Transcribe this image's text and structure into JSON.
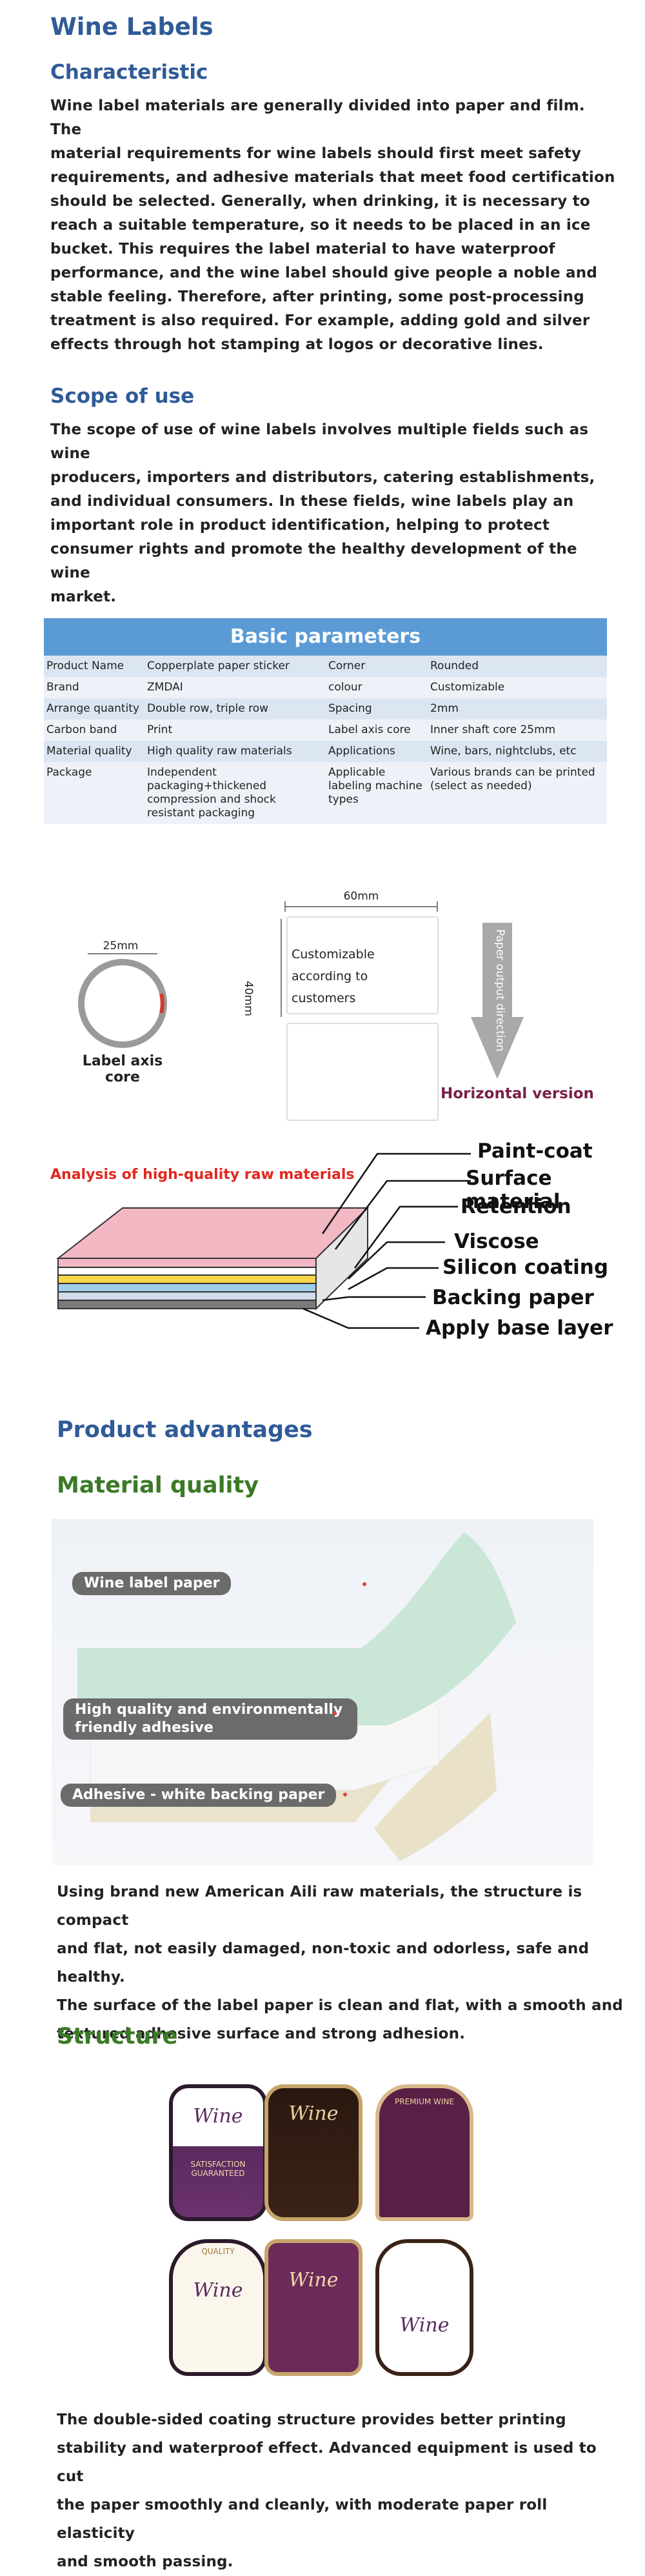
{
  "title": "Wine Labels",
  "characteristic": {
    "heading": "Characteristic",
    "lines": [
      "Wine label materials are generally divided into paper and film. The",
      "material requirements for wine labels should first meet safety",
      "requirements, and adhesive materials that meet food certification",
      "should be selected. Generally, when drinking, it is necessary to",
      "reach a suitable temperature, so it needs to be placed in an ice",
      "bucket. This requires the label material to have waterproof",
      "performance, and the wine label should give people a noble and",
      "stable feeling. Therefore, after printing, some post-processing",
      "treatment is also required. For example, adding gold and silver",
      "effects through hot stamping at logos or decorative lines."
    ]
  },
  "scope": {
    "heading": "Scope of use",
    "lines": [
      "The scope of use of wine labels involves multiple fields such as wine",
      "producers, importers and distributors, catering establishments,",
      "and individual consumers. In these fields, wine labels play an",
      "important role in product identification, helping to protect",
      "consumer rights and promote the healthy development of the wine",
      "market."
    ]
  },
  "params": {
    "title": "Basic parameters",
    "rows": [
      [
        "Product Name",
        "Copperplate paper sticker",
        "Corner",
        "Rounded"
      ],
      [
        "Brand",
        "ZMDAI",
        "colour",
        "Customizable"
      ],
      [
        "Arrange quantity",
        "Double row, triple row",
        "Spacing",
        "2mm"
      ],
      [
        "Carbon band",
        "Print",
        "Label axis core",
        "Inner shaft core 25mm"
      ],
      [
        "Material quality",
        "High quality raw materials",
        "Applications",
        "Wine, bars, nightclubs, etc"
      ],
      [
        "Package",
        "Independent packaging+thickened compression and shock resistant packaging",
        "Applicable labeling machine types",
        "Various brands can be printed (select as needed)"
      ]
    ]
  },
  "dimensions": {
    "core_size": "25mm",
    "core_label": "Label axis core",
    "width": "60mm",
    "height": "40mm",
    "card_text": "Customizable according to customers",
    "direction": "Paper output direction",
    "version": "Horizontal version"
  },
  "layers": {
    "analysis": "Analysis of high-quality raw materials",
    "items": [
      "Paint-coat",
      "Surface material",
      "Retention",
      "Viscose",
      "Silicon coating",
      "Backing paper",
      "Apply base layer"
    ]
  },
  "advantages": {
    "heading": "Product advantages",
    "material_heading": "Material quality",
    "pills": [
      "Wine label paper",
      "High quality and environmentally friendly adhesive",
      "Adhesive - white backing paper"
    ],
    "lines": [
      "Using brand new American Aili raw materials, the structure is compact",
      "and flat, not easily damaged, non-toxic and odorless, safe and healthy.",
      "The surface of the label paper is clean and flat, with a smooth and",
      "textured adhesive surface and strong adhesion."
    ]
  },
  "structure": {
    "heading": "Structure",
    "labels": [
      "Wine",
      "Wine",
      "PREMIUM WINE",
      "QUALITY",
      "Wine",
      "Wine"
    ],
    "label_sub": "SATISFACTION GUARANTEED",
    "lines": [
      "The double-sided coating structure provides better printing",
      "stability and waterproof effect. Advanced equipment is used to cut",
      "the paper smoothly and cleanly, with moderate paper roll elasticity",
      "and smooth passing."
    ]
  },
  "colors": {
    "heading_blue": "#2f5b97",
    "heading_green": "#3b7a25",
    "table_header": "#5b9bd5",
    "accent_red": "#e0413a"
  }
}
